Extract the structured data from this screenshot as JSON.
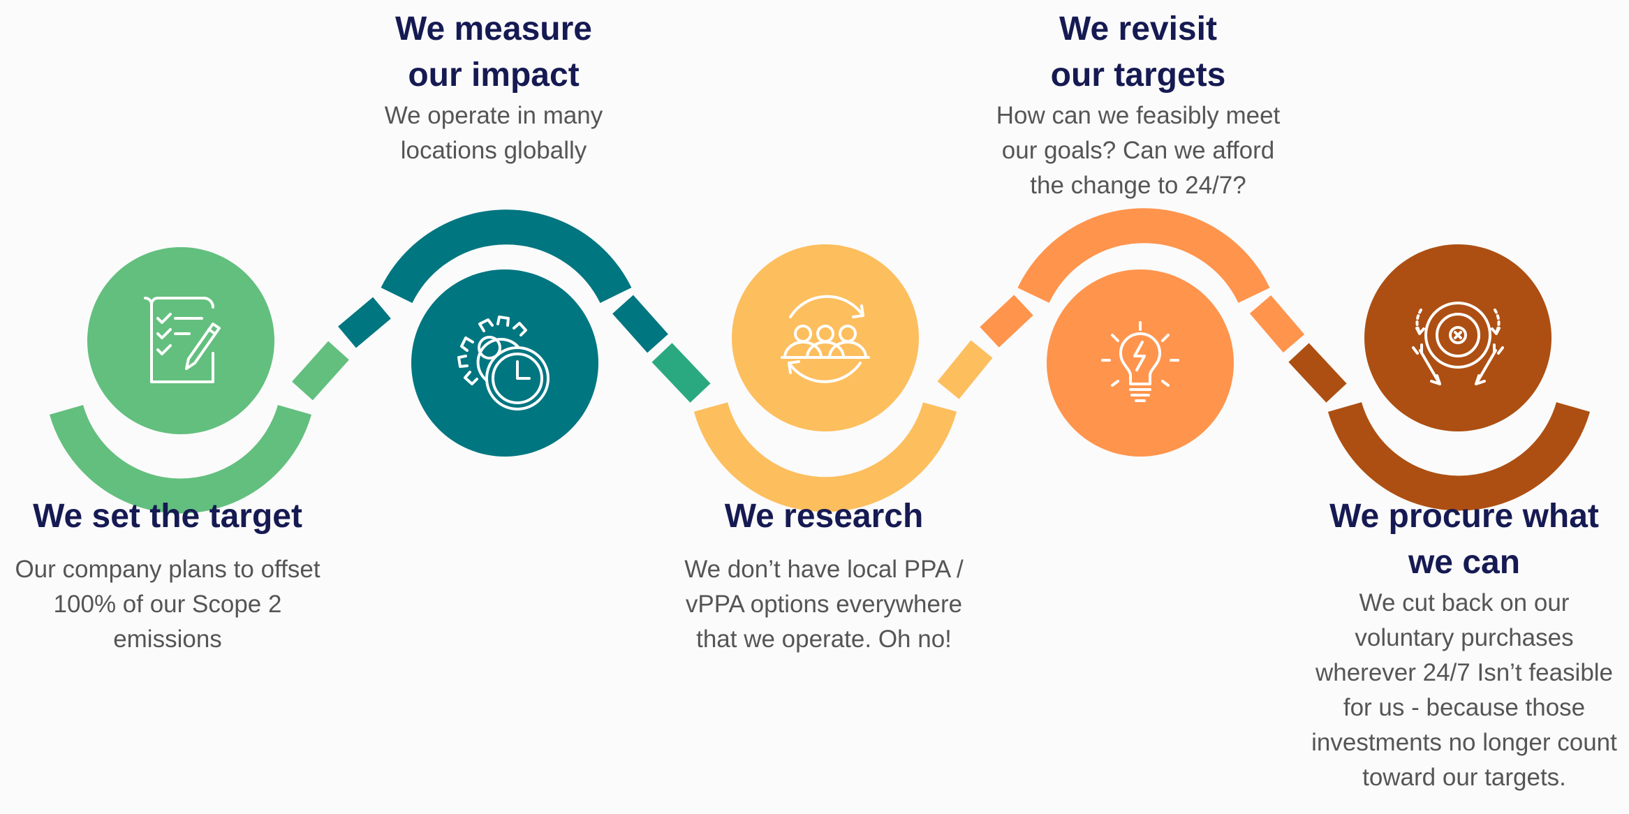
{
  "steps": [
    {
      "id": "set-target",
      "title": "We set the target",
      "description": "Our company plans to offset 100% of our Scope 2 emissions",
      "icon": "checklist-pencil-icon",
      "color": "#63bf7e",
      "accent": "#2aa980"
    },
    {
      "id": "measure-impact",
      "title": "We measure our impact",
      "description": "We operate in many locations globally",
      "icon": "gear-clock-icon",
      "color": "#007680",
      "accent": "#007680"
    },
    {
      "id": "research",
      "title": "We research",
      "description": "We don’t have local PPA / vPPA options everywhere that we operate. Oh no!",
      "icon": "team-cycle-icon",
      "color": "#fdbe5e",
      "accent": "#fdbe5e"
    },
    {
      "id": "revisit-targets",
      "title": "We revisit our targets",
      "description": "How can we feasibly meet our goals? Can we afford the change to 24/7?",
      "icon": "lightbulb-icon",
      "color": "#ff944d",
      "accent": "#ff944d"
    },
    {
      "id": "procure",
      "title": "We procure what we can",
      "description": "We cut back on our voluntary purchases wherever 24/7 Isn’t feasible for us - because those investments no longer count toward our targets.",
      "icon": "target-arrows-icon",
      "color": "#ad4f12",
      "accent": "#ad4f12"
    }
  ]
}
